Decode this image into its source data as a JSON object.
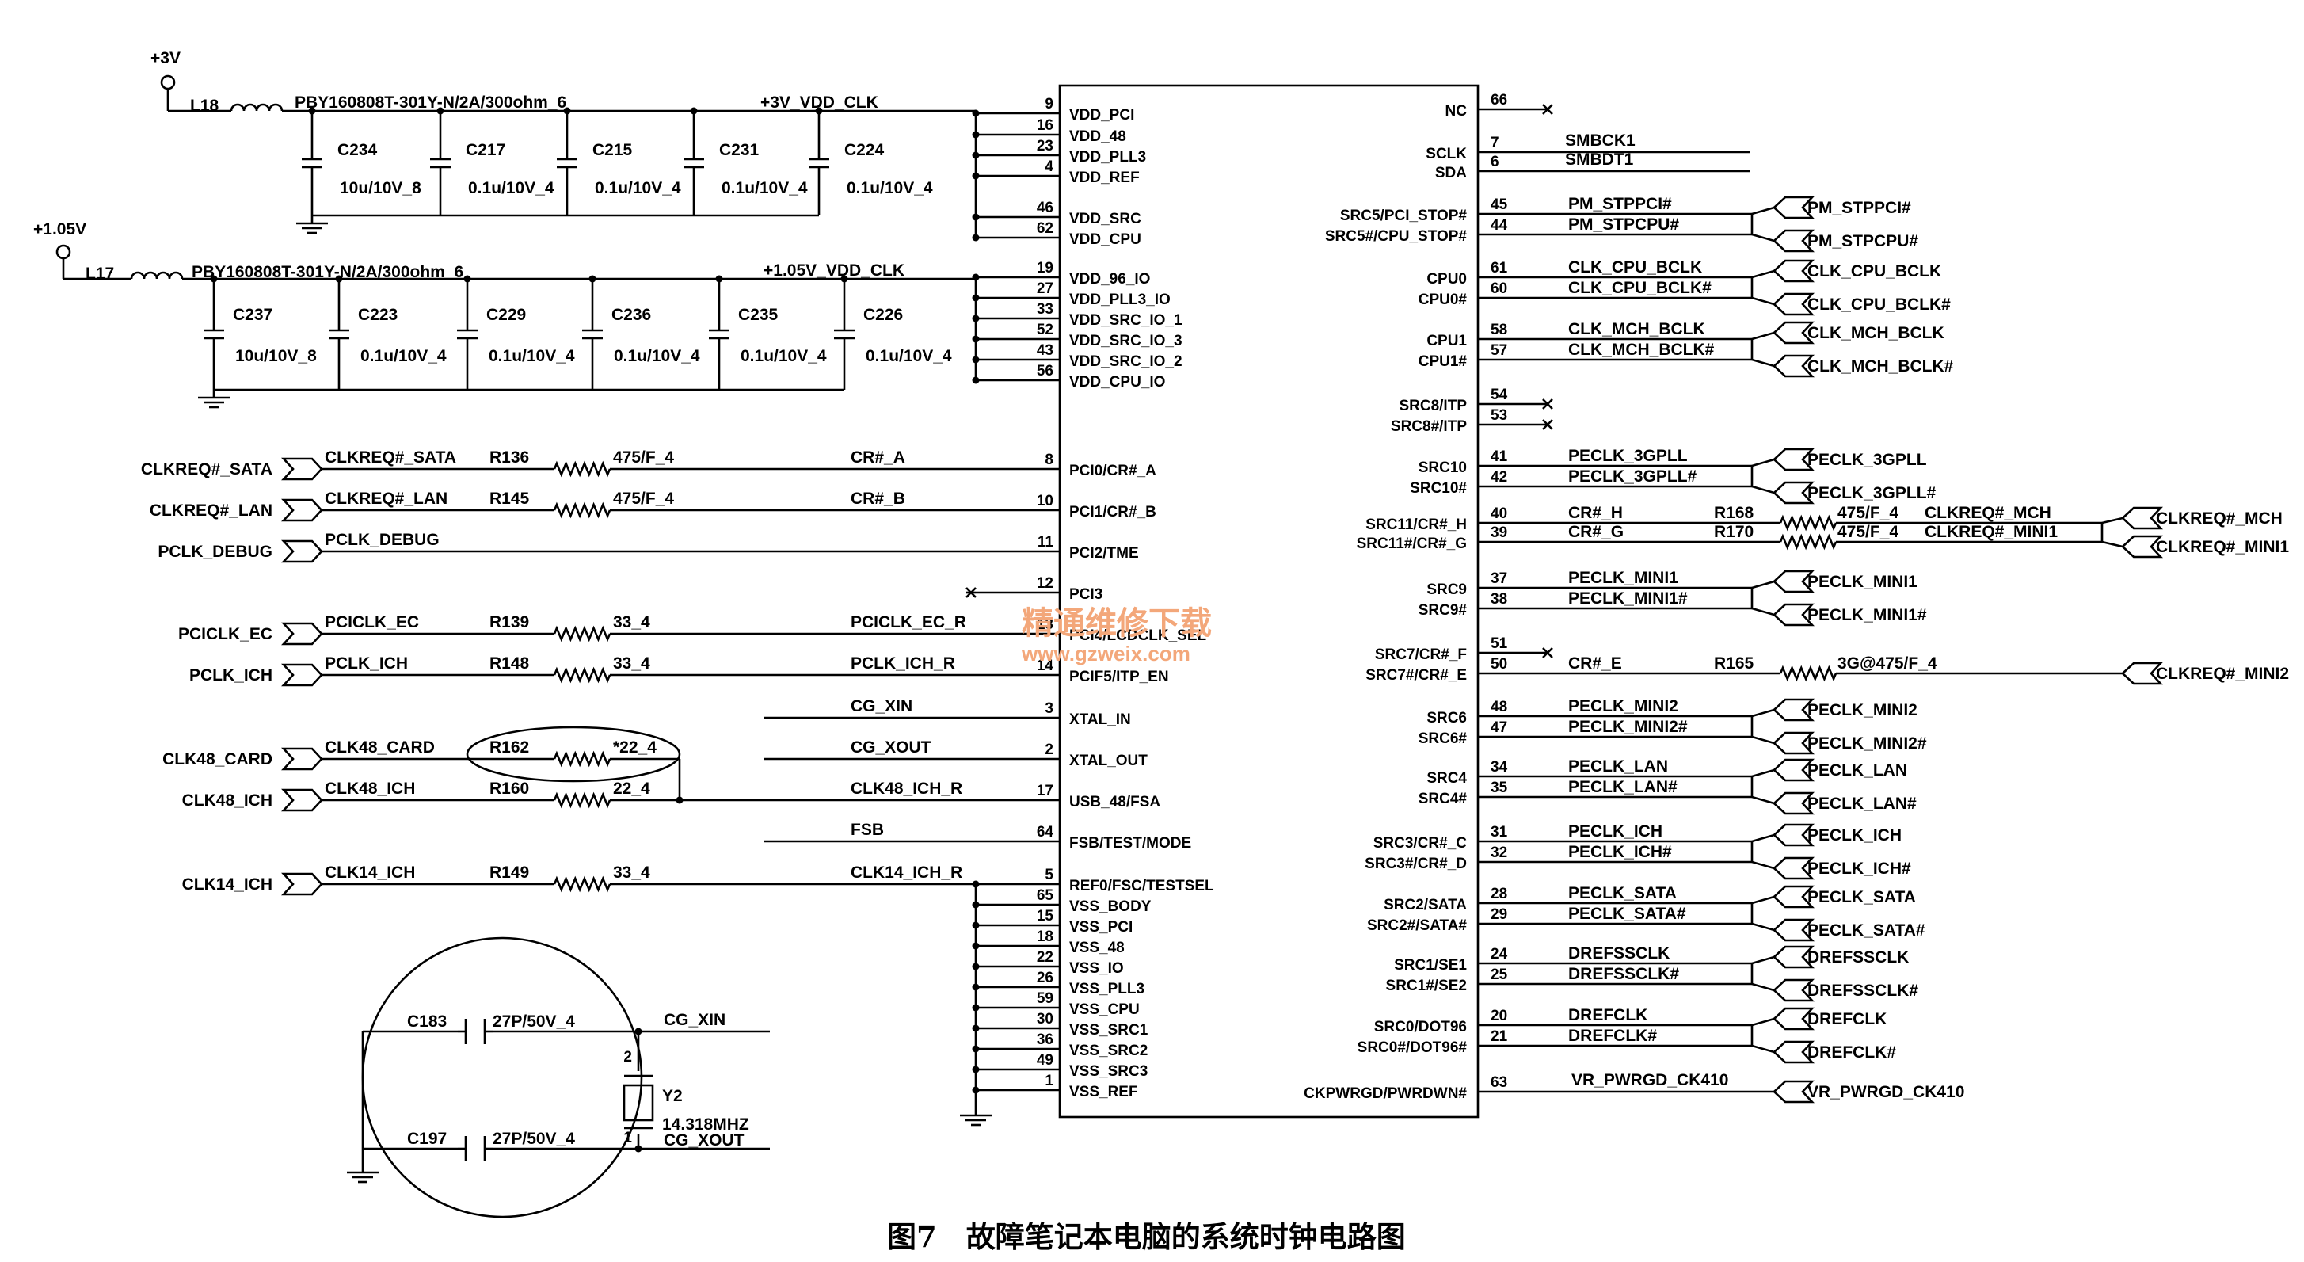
{
  "caption": "图7　故障笔记本电脑的系统时钟电路图",
  "watermark": {
    "cn": "精通维修下载",
    "url": "www.gzweix.com"
  },
  "power": {
    "v3": {
      "rail": "+3V",
      "inductor": "L18",
      "part": "PBY160808T-301Y-N/2A/300ohm_6",
      "net": "+3V_VDD_CLK",
      "caps": [
        {
          "ref": "C234",
          "val": "10u/10V_8"
        },
        {
          "ref": "C217",
          "val": "0.1u/10V_4"
        },
        {
          "ref": "C215",
          "val": "0.1u/10V_4"
        },
        {
          "ref": "C231",
          "val": "0.1u/10V_4"
        },
        {
          "ref": "C224",
          "val": "0.1u/10V_4"
        }
      ]
    },
    "v105": {
      "rail": "+1.05V",
      "inductor": "L17",
      "part": "PBY160808T-301Y-N/2A/300ohm_6",
      "net": "+1.05V_VDD_CLK",
      "caps": [
        {
          "ref": "C237",
          "val": "10u/10V_8"
        },
        {
          "ref": "C223",
          "val": "0.1u/10V_4"
        },
        {
          "ref": "C229",
          "val": "0.1u/10V_4"
        },
        {
          "ref": "C236",
          "val": "0.1u/10V_4"
        },
        {
          "ref": "C235",
          "val": "0.1u/10V_4"
        },
        {
          "ref": "C226",
          "val": "0.1u/10V_4"
        }
      ]
    }
  },
  "left_pins": [
    {
      "num": "9",
      "name": "VDD_PCI"
    },
    {
      "num": "16",
      "name": "VDD_48"
    },
    {
      "num": "23",
      "name": "VDD_PLL3"
    },
    {
      "num": "4",
      "name": "VDD_REF"
    },
    {
      "num": "46",
      "name": "VDD_SRC"
    },
    {
      "num": "62",
      "name": "VDD_CPU"
    },
    {
      "num": "19",
      "name": "VDD_96_IO"
    },
    {
      "num": "27",
      "name": "VDD_PLL3_IO"
    },
    {
      "num": "33",
      "name": "VDD_SRC_IO_1"
    },
    {
      "num": "52",
      "name": "VDD_SRC_IO_3"
    },
    {
      "num": "43",
      "name": "VDD_SRC_IO_2"
    },
    {
      "num": "56",
      "name": "VDD_CPU_IO"
    },
    {
      "num": "8",
      "name": "PCI0/CR#_A"
    },
    {
      "num": "10",
      "name": "PCI1/CR#_B"
    },
    {
      "num": "11",
      "name": "PCI2/TME"
    },
    {
      "num": "12",
      "name": "PCI3"
    },
    {
      "num": "13",
      "name": "PCI4/LCDCLK_SEL"
    },
    {
      "num": "14",
      "name": "PCIF5/ITP_EN"
    },
    {
      "num": "3",
      "name": "XTAL_IN"
    },
    {
      "num": "2",
      "name": "XTAL_OUT"
    },
    {
      "num": "17",
      "name": "USB_48/FSA"
    },
    {
      "num": "64",
      "name": "FSB/TEST/MODE"
    },
    {
      "num": "5",
      "name": "REF0/FSC/TESTSEL"
    },
    {
      "num": "65",
      "name": "VSS_BODY"
    },
    {
      "num": "15",
      "name": "VSS_PCI"
    },
    {
      "num": "18",
      "name": "VSS_48"
    },
    {
      "num": "22",
      "name": "VSS_IO"
    },
    {
      "num": "26",
      "name": "VSS_PLL3"
    },
    {
      "num": "59",
      "name": "VSS_CPU"
    },
    {
      "num": "30",
      "name": "VSS_SRC1"
    },
    {
      "num": "36",
      "name": "VSS_SRC2"
    },
    {
      "num": "49",
      "name": "VSS_SRC3"
    },
    {
      "num": "1",
      "name": "VSS_REF"
    }
  ],
  "left_nets": [
    {
      "port": "CLKREQ#_SATA",
      "net": "CLKREQ#_SATA",
      "res": "R136",
      "val": "475/F_4",
      "out": "CR#_A"
    },
    {
      "port": "CLKREQ#_LAN",
      "net": "CLKREQ#_LAN",
      "res": "R145",
      "val": "475/F_4",
      "out": "CR#_B"
    },
    {
      "port": "PCLK_DEBUG",
      "net": "PCLK_DEBUG",
      "res": "",
      "val": "",
      "out": ""
    },
    {
      "port": "PCICLK_EC",
      "net": "PCICLK_EC",
      "res": "R139",
      "val": "33_4",
      "out": "PCICLK_EC_R"
    },
    {
      "port": "PCLK_ICH",
      "net": "PCLK_ICH",
      "res": "R148",
      "val": "33_4",
      "out": "PCLK_ICH_R"
    },
    {
      "port": "CLK48_CARD",
      "net": "CLK48_CARD",
      "res": "R162",
      "val": "*22_4",
      "out": ""
    },
    {
      "port": "CLK48_ICH",
      "net": "CLK48_ICH",
      "res": "R160",
      "val": "22_4",
      "out": "CLK48_ICH_R"
    },
    {
      "port": "CLK14_ICH",
      "net": "CLK14_ICH",
      "res": "R149",
      "val": "33_4",
      "out": "CLK14_ICH_R"
    }
  ],
  "xtal_nets": {
    "in": "CG_XIN",
    "out": "CG_XOUT",
    "fsb": "FSB"
  },
  "crystal": {
    "c1": "C183",
    "c1v": "27P/50V_4",
    "c2": "C197",
    "c2v": "27P/50V_4",
    "y": "Y2",
    "freq": "14.318MHZ",
    "pin1": "1",
    "pin2": "2"
  },
  "right_pins": [
    {
      "num": "66",
      "name": "NC"
    },
    {
      "num": "7",
      "name": "SCLK"
    },
    {
      "num": "6",
      "name": "SDA"
    },
    {
      "num": "45",
      "name": "SRC5/PCI_STOP#"
    },
    {
      "num": "44",
      "name": "SRC5#/CPU_STOP#"
    },
    {
      "num": "61",
      "name": "CPU0"
    },
    {
      "num": "60",
      "name": "CPU0#"
    },
    {
      "num": "58",
      "name": "CPU1"
    },
    {
      "num": "57",
      "name": "CPU1#"
    },
    {
      "num": "54",
      "name": "SRC8/ITP"
    },
    {
      "num": "53",
      "name": "SRC8#/ITP"
    },
    {
      "num": "41",
      "name": "SRC10"
    },
    {
      "num": "42",
      "name": "SRC10#"
    },
    {
      "num": "40",
      "name": "SRC11/CR#_H"
    },
    {
      "num": "39",
      "name": "SRC11#/CR#_G"
    },
    {
      "num": "37",
      "name": "SRC9"
    },
    {
      "num": "38",
      "name": "SRC9#"
    },
    {
      "num": "51",
      "name": "SRC7/CR#_F"
    },
    {
      "num": "50",
      "name": "SRC7#/CR#_E"
    },
    {
      "num": "48",
      "name": "SRC6"
    },
    {
      "num": "47",
      "name": "SRC6#"
    },
    {
      "num": "34",
      "name": "SRC4"
    },
    {
      "num": "35",
      "name": "SRC4#"
    },
    {
      "num": "31",
      "name": "SRC3/CR#_C"
    },
    {
      "num": "32",
      "name": "SRC3#/CR#_D"
    },
    {
      "num": "28",
      "name": "SRC2/SATA"
    },
    {
      "num": "29",
      "name": "SRC2#/SATA#"
    },
    {
      "num": "24",
      "name": "SRC1/SE1"
    },
    {
      "num": "25",
      "name": "SRC1#/SE2"
    },
    {
      "num": "20",
      "name": "SRC0/DOT96"
    },
    {
      "num": "21",
      "name": "SRC0#/DOT96#"
    },
    {
      "num": "63",
      "name": "CKPWRGD/PWRDWN#"
    }
  ],
  "right_nets": [
    {
      "net": "SMBCK1",
      "port": ""
    },
    {
      "net": "SMBDT1",
      "port": ""
    },
    {
      "net": "PM_STPPCI#",
      "port": "PM_STPPCI#"
    },
    {
      "net": "PM_STPCPU#",
      "port": "PM_STPCPU#"
    },
    {
      "net": "CLK_CPU_BCLK",
      "port": "CLK_CPU_BCLK"
    },
    {
      "net": "CLK_CPU_BCLK#",
      "port": "CLK_CPU_BCLK#"
    },
    {
      "net": "CLK_MCH_BCLK",
      "port": "CLK_MCH_BCLK"
    },
    {
      "net": "CLK_MCH_BCLK#",
      "port": "CLK_MCH_BCLK#"
    },
    {
      "net": "PECLK_3GPLL",
      "port": "PECLK_3GPLL"
    },
    {
      "net": "PECLK_3GPLL#",
      "port": "PECLK_3GPLL#"
    },
    {
      "net": "PECLK_MINI1",
      "port": "PECLK_MINI1"
    },
    {
      "net": "PECLK_MINI1#",
      "port": "PECLK_MINI1#"
    },
    {
      "net": "PECLK_MINI2",
      "port": "PECLK_MINI2"
    },
    {
      "net": "PECLK_MINI2#",
      "port": "PECLK_MINI2#"
    },
    {
      "net": "PECLK_LAN",
      "port": "PECLK_LAN"
    },
    {
      "net": "PECLK_LAN#",
      "port": "PECLK_LAN#"
    },
    {
      "net": "PECLK_ICH",
      "port": "PECLK_ICH"
    },
    {
      "net": "PECLK_ICH#",
      "port": "PECLK_ICH#"
    },
    {
      "net": "PECLK_SATA",
      "port": "PECLK_SATA"
    },
    {
      "net": "PECLK_SATA#",
      "port": "PECLK_SATA#"
    },
    {
      "net": "DREFSSCLK",
      "port": "DREFSSCLK"
    },
    {
      "net": "DREFSSCLK#",
      "port": "DREFSSCLK#"
    },
    {
      "net": "DREFCLK",
      "port": "DREFCLK"
    },
    {
      "net": "DREFCLK#",
      "port": "DREFCLK#"
    },
    {
      "net": "VR_PWRGD_CK410",
      "port": "VR_PWRGD_CK410"
    }
  ],
  "cr_nets": [
    {
      "net": "CR#_H",
      "res": "R168",
      "val": "475/F_4",
      "out": "CLKREQ#_MCH",
      "port": "CLKREQ#_MCH"
    },
    {
      "net": "CR#_G",
      "res": "R170",
      "val": "475/F_4",
      "out": "CLKREQ#_MINI1",
      "port": "CLKREQ#_MINI1"
    },
    {
      "net": "CR#_E",
      "res": "R165",
      "val": "3G@475/F_4",
      "out": "",
      "port": "CLKREQ#_MINI2"
    }
  ]
}
